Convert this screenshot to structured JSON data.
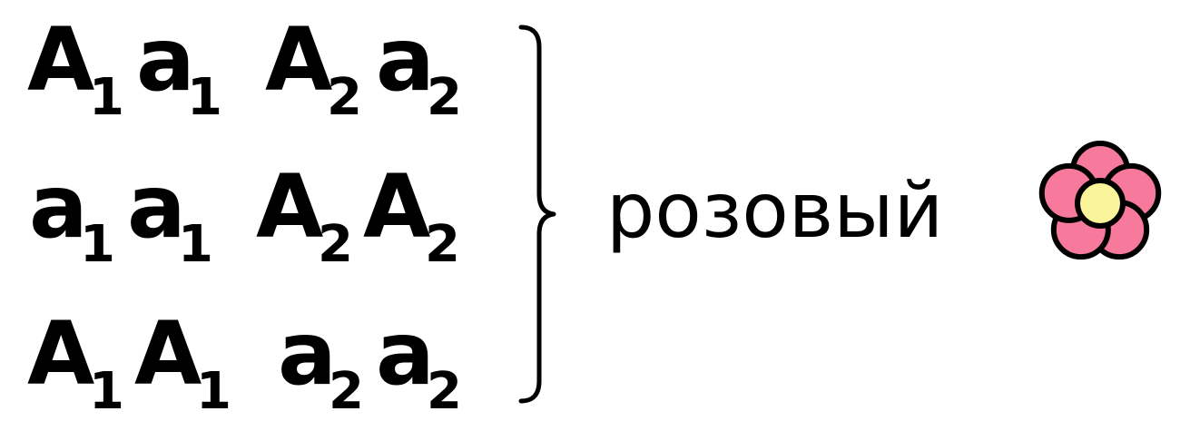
{
  "genotypes": [
    {
      "genes": [
        {
          "letter": "A",
          "sub": "1",
          "case": "upper"
        },
        {
          "letter": "a",
          "sub": "1",
          "case": "lower"
        },
        {
          "letter": "A",
          "sub": "2",
          "case": "upper"
        },
        {
          "letter": "a",
          "sub": "2",
          "case": "lower"
        }
      ]
    },
    {
      "genes": [
        {
          "letter": "a",
          "sub": "1",
          "case": "lower"
        },
        {
          "letter": "a",
          "sub": "1",
          "case": "lower"
        },
        {
          "letter": "A",
          "sub": "2",
          "case": "upper"
        },
        {
          "letter": "A",
          "sub": "2",
          "case": "upper"
        }
      ]
    },
    {
      "genes": [
        {
          "letter": "A",
          "sub": "1",
          "case": "upper"
        },
        {
          "letter": "A",
          "sub": "1",
          "case": "upper"
        },
        {
          "letter": "a",
          "sub": "2",
          "case": "lower"
        },
        {
          "letter": "a",
          "sub": "2",
          "case": "lower"
        }
      ]
    }
  ],
  "phenotype": "розовый",
  "icon": "flower-icon",
  "colors": {
    "petal": "#f7799b",
    "center": "#faf59a",
    "outline": "#000000",
    "text": "#000000"
  }
}
